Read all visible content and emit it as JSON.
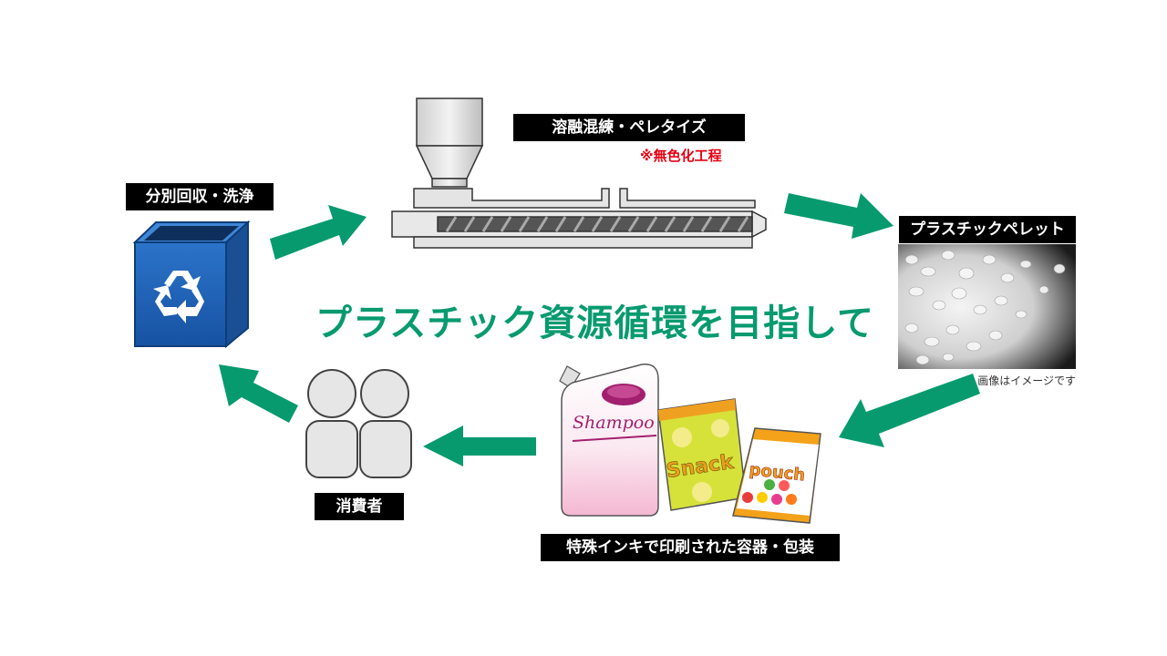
{
  "headline": "プラスチック資源循環を目指して",
  "steps": {
    "collect": {
      "label": "分別回収・洗浄",
      "icon": "recycle-bin-icon"
    },
    "melt": {
      "label": "溶融混練・ペレタイズ",
      "note": "※無色化工程",
      "icon": "extruder-icon"
    },
    "pellet": {
      "label": "プラスチックペレット",
      "caption": "画像はイメージです",
      "icon": "plastic-pellets-photo"
    },
    "package": {
      "label": "特殊インキで印刷された容器・包装",
      "icon": "packaging-icon",
      "shampoo_text": "Shampoo",
      "snack_text": "Snack",
      "pouch_text": "pouch"
    },
    "consumer": {
      "label": "消費者",
      "icon": "consumers-icon"
    }
  },
  "colors": {
    "arrow": "#079a6f",
    "headline": "#079a6f",
    "note": "#e60012",
    "bin": "#1d5fb3"
  }
}
